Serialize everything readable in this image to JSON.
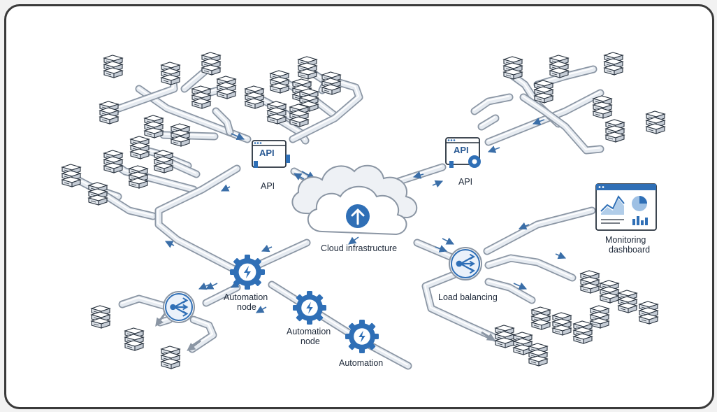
{
  "colors": {
    "pipe_fill": "#e6ebf1",
    "pipe_stroke": "#8b96a4",
    "accent_blue": "#2f6fb6",
    "dark_line": "#27313d",
    "server_fill": "#dfe4ea",
    "arrow": "#3a6ea8"
  },
  "icons": {
    "api_left": "api-plug-icon",
    "api_right": "api-gear-icon",
    "cloud": "cloud-upload-icon",
    "automation": "lightning-gear-icon",
    "load_balancer": "load-balancer-icon",
    "dashboard": "monitoring-dashboard-icon",
    "server": "server-stack-icon"
  },
  "labels": {
    "api_left_badge": "API",
    "api_left_caption": "API",
    "api_right_badge": "API",
    "api_right_caption": "API",
    "cloud": "Cloud infrastructure",
    "automation_node_1_line1": "Automation",
    "automation_node_1_line2": "node",
    "automation_node_2_line1": "Automation",
    "automation_node_2_line2": "node",
    "automation_3": "Automation",
    "load_balancing": "Load balancing",
    "monitoring_line1": "Monitoring",
    "monitoring_line2": "dashboard"
  }
}
